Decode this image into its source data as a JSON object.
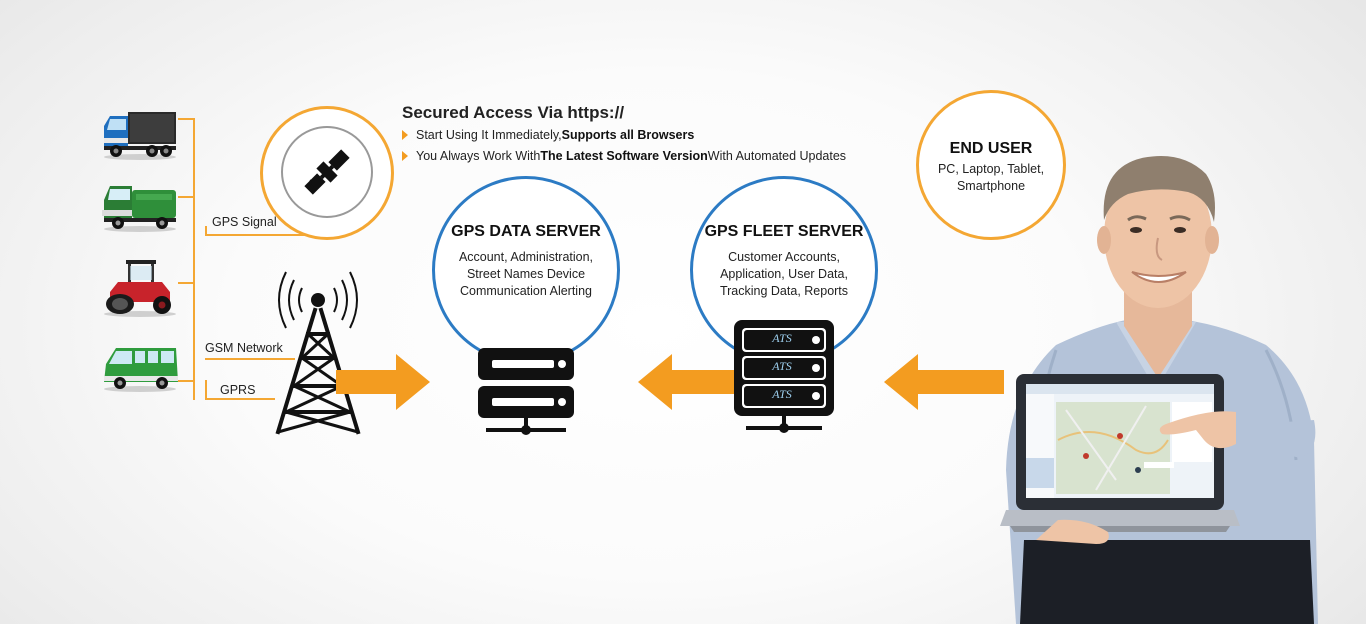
{
  "header": {
    "title": "Secured Access Via https://",
    "bullets": [
      {
        "prefix": "Start Using It Immediately, ",
        "bold": "Supports all Browsers",
        "suffix": ""
      },
      {
        "prefix": "You Always Work With ",
        "bold": "The Latest Software Version",
        "suffix": " With Automated Updates"
      }
    ]
  },
  "links": {
    "gps_signal": "GPS Signal",
    "gsm_network": "GSM Network",
    "gprs": "GPRS"
  },
  "data_server": {
    "title": "GPS DATA SERVER",
    "desc_lines": [
      "Account, Administration,",
      "Street Names Device",
      "Communication Alerting"
    ]
  },
  "fleet_server": {
    "title": "GPS FLEET SERVER",
    "desc_lines": [
      "Customer Accounts,",
      "Application, User Data,",
      "Tracking Data, Reports"
    ],
    "badge": "ATS"
  },
  "end_user": {
    "title": "END USER",
    "desc_lines": [
      "PC, Laptop, Tablet,",
      "Smartphone"
    ]
  },
  "colors": {
    "accent_orange": "#f4a733",
    "arrow_orange": "#f39c20",
    "circle_blue": "#2c7bc4",
    "icon_black": "#111111"
  },
  "icons": [
    "truck-icon",
    "street-sweeper-icon",
    "road-roller-icon",
    "van-icon",
    "satellite-icon",
    "cell-tower-icon",
    "server-icon",
    "ats-server-icon",
    "person-with-laptop"
  ]
}
